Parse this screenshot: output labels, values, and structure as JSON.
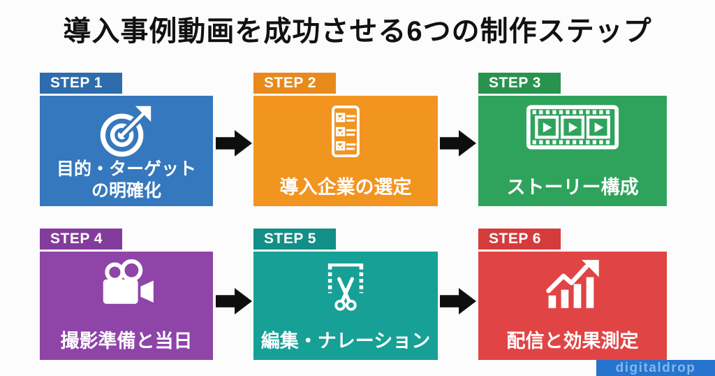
{
  "title": "導入事例動画を成功させる6つの制作ステップ",
  "title_color": "#111111",
  "background": "#fcfcfc",
  "arrow_color": "#0e0e0e",
  "steps": [
    {
      "tab": "STEP 1",
      "label": "目的・ターゲット",
      "label2": "の明確化",
      "icon": "target-arrow-icon",
      "color": "#3578bd",
      "tab_color": "#2d6dad"
    },
    {
      "tab": "STEP 2",
      "label": "導入企業の選定",
      "icon": "checklist-icon",
      "color": "#f29420",
      "tab_color": "#e78a1b"
    },
    {
      "tab": "STEP 3",
      "label": "ストーリー構成",
      "icon": "filmstrip-icon",
      "color": "#2fa35c",
      "tab_color": "#28934f"
    },
    {
      "tab": "STEP 4",
      "label": "撮影準備と当日",
      "icon": "video-camera-icon",
      "color": "#8f44a8",
      "tab_color": "#833c9b"
    },
    {
      "tab": "STEP 5",
      "label": "編集・ナレーション",
      "icon": "film-scissors-icon",
      "color": "#16a096",
      "tab_color": "#128f86"
    },
    {
      "tab": "STEP 6",
      "label": "配信と効果測定",
      "icon": "growth-chart-icon",
      "color": "#e04444",
      "tab_color": "#d63b3b"
    }
  ],
  "watermark": {
    "text": "digitaldrop",
    "bg": "#2674cd",
    "color": "#82b8ee"
  }
}
